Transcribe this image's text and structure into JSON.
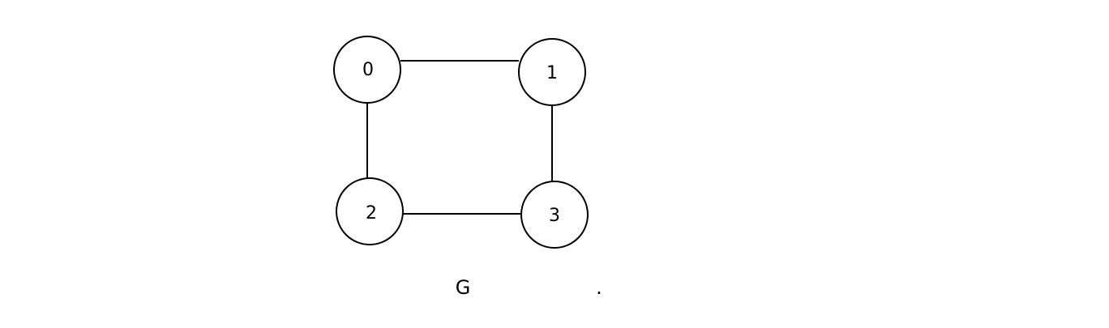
{
  "graph": {
    "nodes": [
      {
        "id": "0",
        "label": "0"
      },
      {
        "id": "1",
        "label": "1"
      },
      {
        "id": "2",
        "label": "2"
      },
      {
        "id": "3",
        "label": "3"
      }
    ],
    "edges": [
      {
        "from": "0",
        "to": "1"
      },
      {
        "from": "0",
        "to": "2"
      },
      {
        "from": "1",
        "to": "3"
      },
      {
        "from": "2",
        "to": "3"
      }
    ],
    "caption": "G",
    "trailing_mark": ".",
    "colors": {
      "stroke": "#000000",
      "fill": "#ffffff",
      "text": "#000000"
    }
  }
}
